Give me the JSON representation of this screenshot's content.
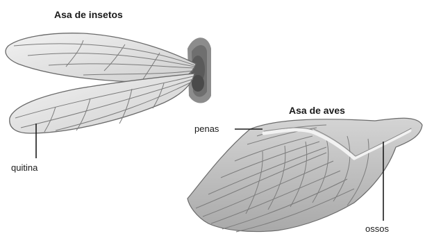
{
  "insect": {
    "title": "Asa de insetos",
    "label_chitin": "quitina"
  },
  "bird": {
    "title": "Asa de aves",
    "label_feathers": "penas",
    "label_bones": "ossos"
  }
}
